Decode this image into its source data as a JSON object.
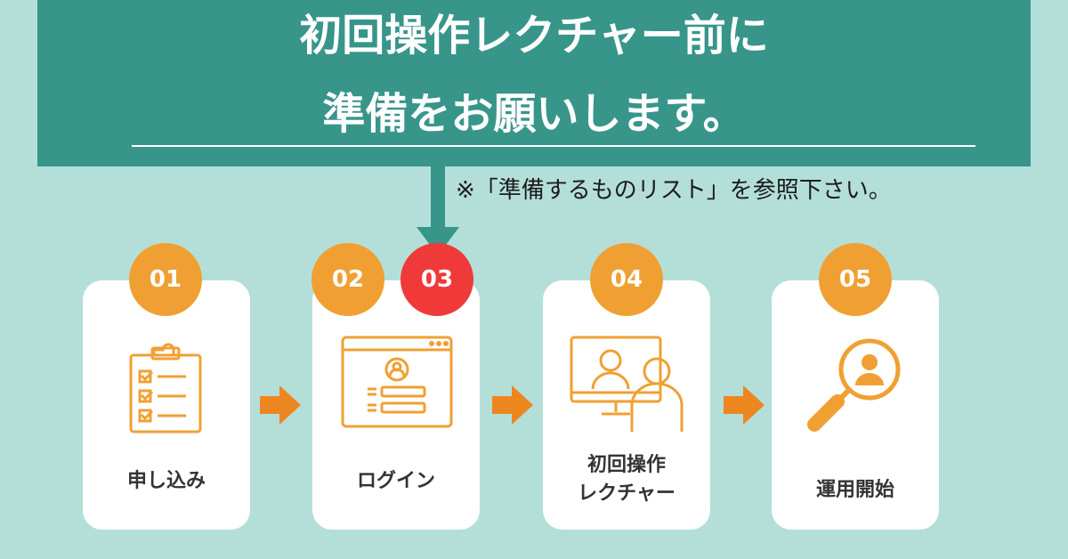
{
  "header": {
    "title_line1": "初回操作レクチャー前に",
    "title_line2": "準備をお願いします。",
    "note": "※「準備するものリスト」を参照下さい。"
  },
  "steps": [
    {
      "number": "01",
      "label": "申し込み",
      "icon": "clipboard-checklist-icon"
    },
    {
      "number": "02",
      "extra_number": "03",
      "label": "ログイン",
      "icon": "login-form-icon"
    },
    {
      "number": "04",
      "label_line1": "初回操作",
      "label_line2": "レクチャー",
      "icon": "video-lecture-icon"
    },
    {
      "number": "05",
      "label": "運用開始",
      "icon": "user-search-icon"
    }
  ],
  "colors": {
    "background": "#b4dfd9",
    "banner": "#38958a",
    "badge": "#f0a033",
    "badge_highlight": "#f03a3a",
    "arrow": "#ee8620",
    "icon_stroke": "#f0a033"
  }
}
